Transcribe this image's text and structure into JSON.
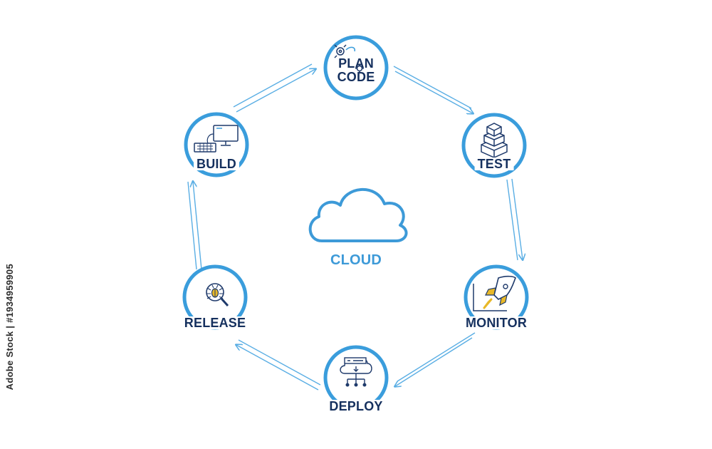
{
  "diagram": {
    "center_label": "CLOUD",
    "nodes": [
      {
        "id": "plan-code",
        "label_line1": "PLAN",
        "label_line2": "CODE",
        "icon": "gears-icon"
      },
      {
        "id": "test",
        "label": "TEST",
        "icon": "stacked-boxes-icon"
      },
      {
        "id": "monitor",
        "label": "MONITOR",
        "icon": "rocket-chart-icon"
      },
      {
        "id": "deploy",
        "label": "DEPLOY",
        "icon": "cloud-server-icon"
      },
      {
        "id": "release",
        "label": "RELEASE",
        "icon": "bug-magnifier-icon"
      },
      {
        "id": "build",
        "label": "BUILD",
        "icon": "computer-keyboard-icon"
      }
    ],
    "flow_direction": "clockwise"
  },
  "watermark": {
    "text": "Adobe Stock | #1934959905"
  },
  "colors": {
    "circle_stroke": "#3a9ddc",
    "arrow": "#5aaee4",
    "label": "#15305e",
    "center": "#3d9ad8",
    "icon_dark": "#1f3a6b",
    "icon_accent": "#e8b828"
  }
}
